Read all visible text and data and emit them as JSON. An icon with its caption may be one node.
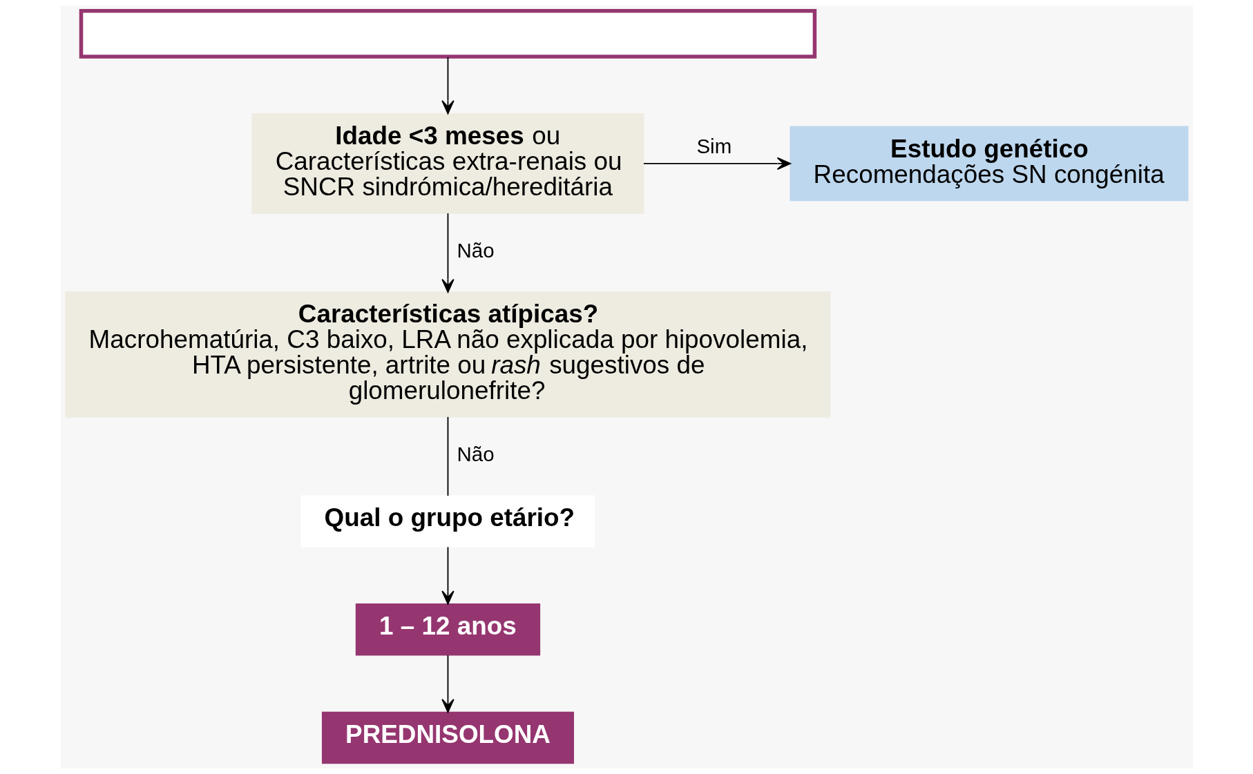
{
  "diagram": {
    "nodes": [
      {
        "text": [],
        "shape": "box"
      },
      {
        "text": [
          "**Idade <3 meses** ou Características extra-renais ou SNCR sindrómica/hereditária"
        ]
      },
      {
        "text": [
          "Estudo genético",
          "Recomendações SN congénita"
        ]
      },
      {
        "text": [
          "Características atípicas?",
          "Macrohematúria, C3 baixo, LRA não explicada por hipovolemia, HTA persistente, artrite ou *rash* sugestivos de glomerulonefrite?"
        ]
      },
      {
        "text": [
          "Qual o grupo etário?"
        ]
      },
      {
        "text": [
          "1 – 12 anos"
        ]
      },
      {
        "text": [
          "PREDNISOLONA"
        ]
      }
    ],
    "edges": [
      {
        "from": 0,
        "to": 1,
        "arrow": "to"
      },
      {
        "from": 1,
        "to": 2,
        "arrow": "to",
        "label": "Sim"
      },
      {
        "from": 1,
        "to": 3,
        "arrow": "to",
        "label": "Não"
      },
      {
        "from": 3,
        "to": 4,
        "arrow": "none",
        "label": "Não"
      },
      {
        "from": 4,
        "to": 5,
        "arrow": "to"
      },
      {
        "from": 5,
        "to": 6,
        "arrow": "to"
      }
    ]
  }
}
